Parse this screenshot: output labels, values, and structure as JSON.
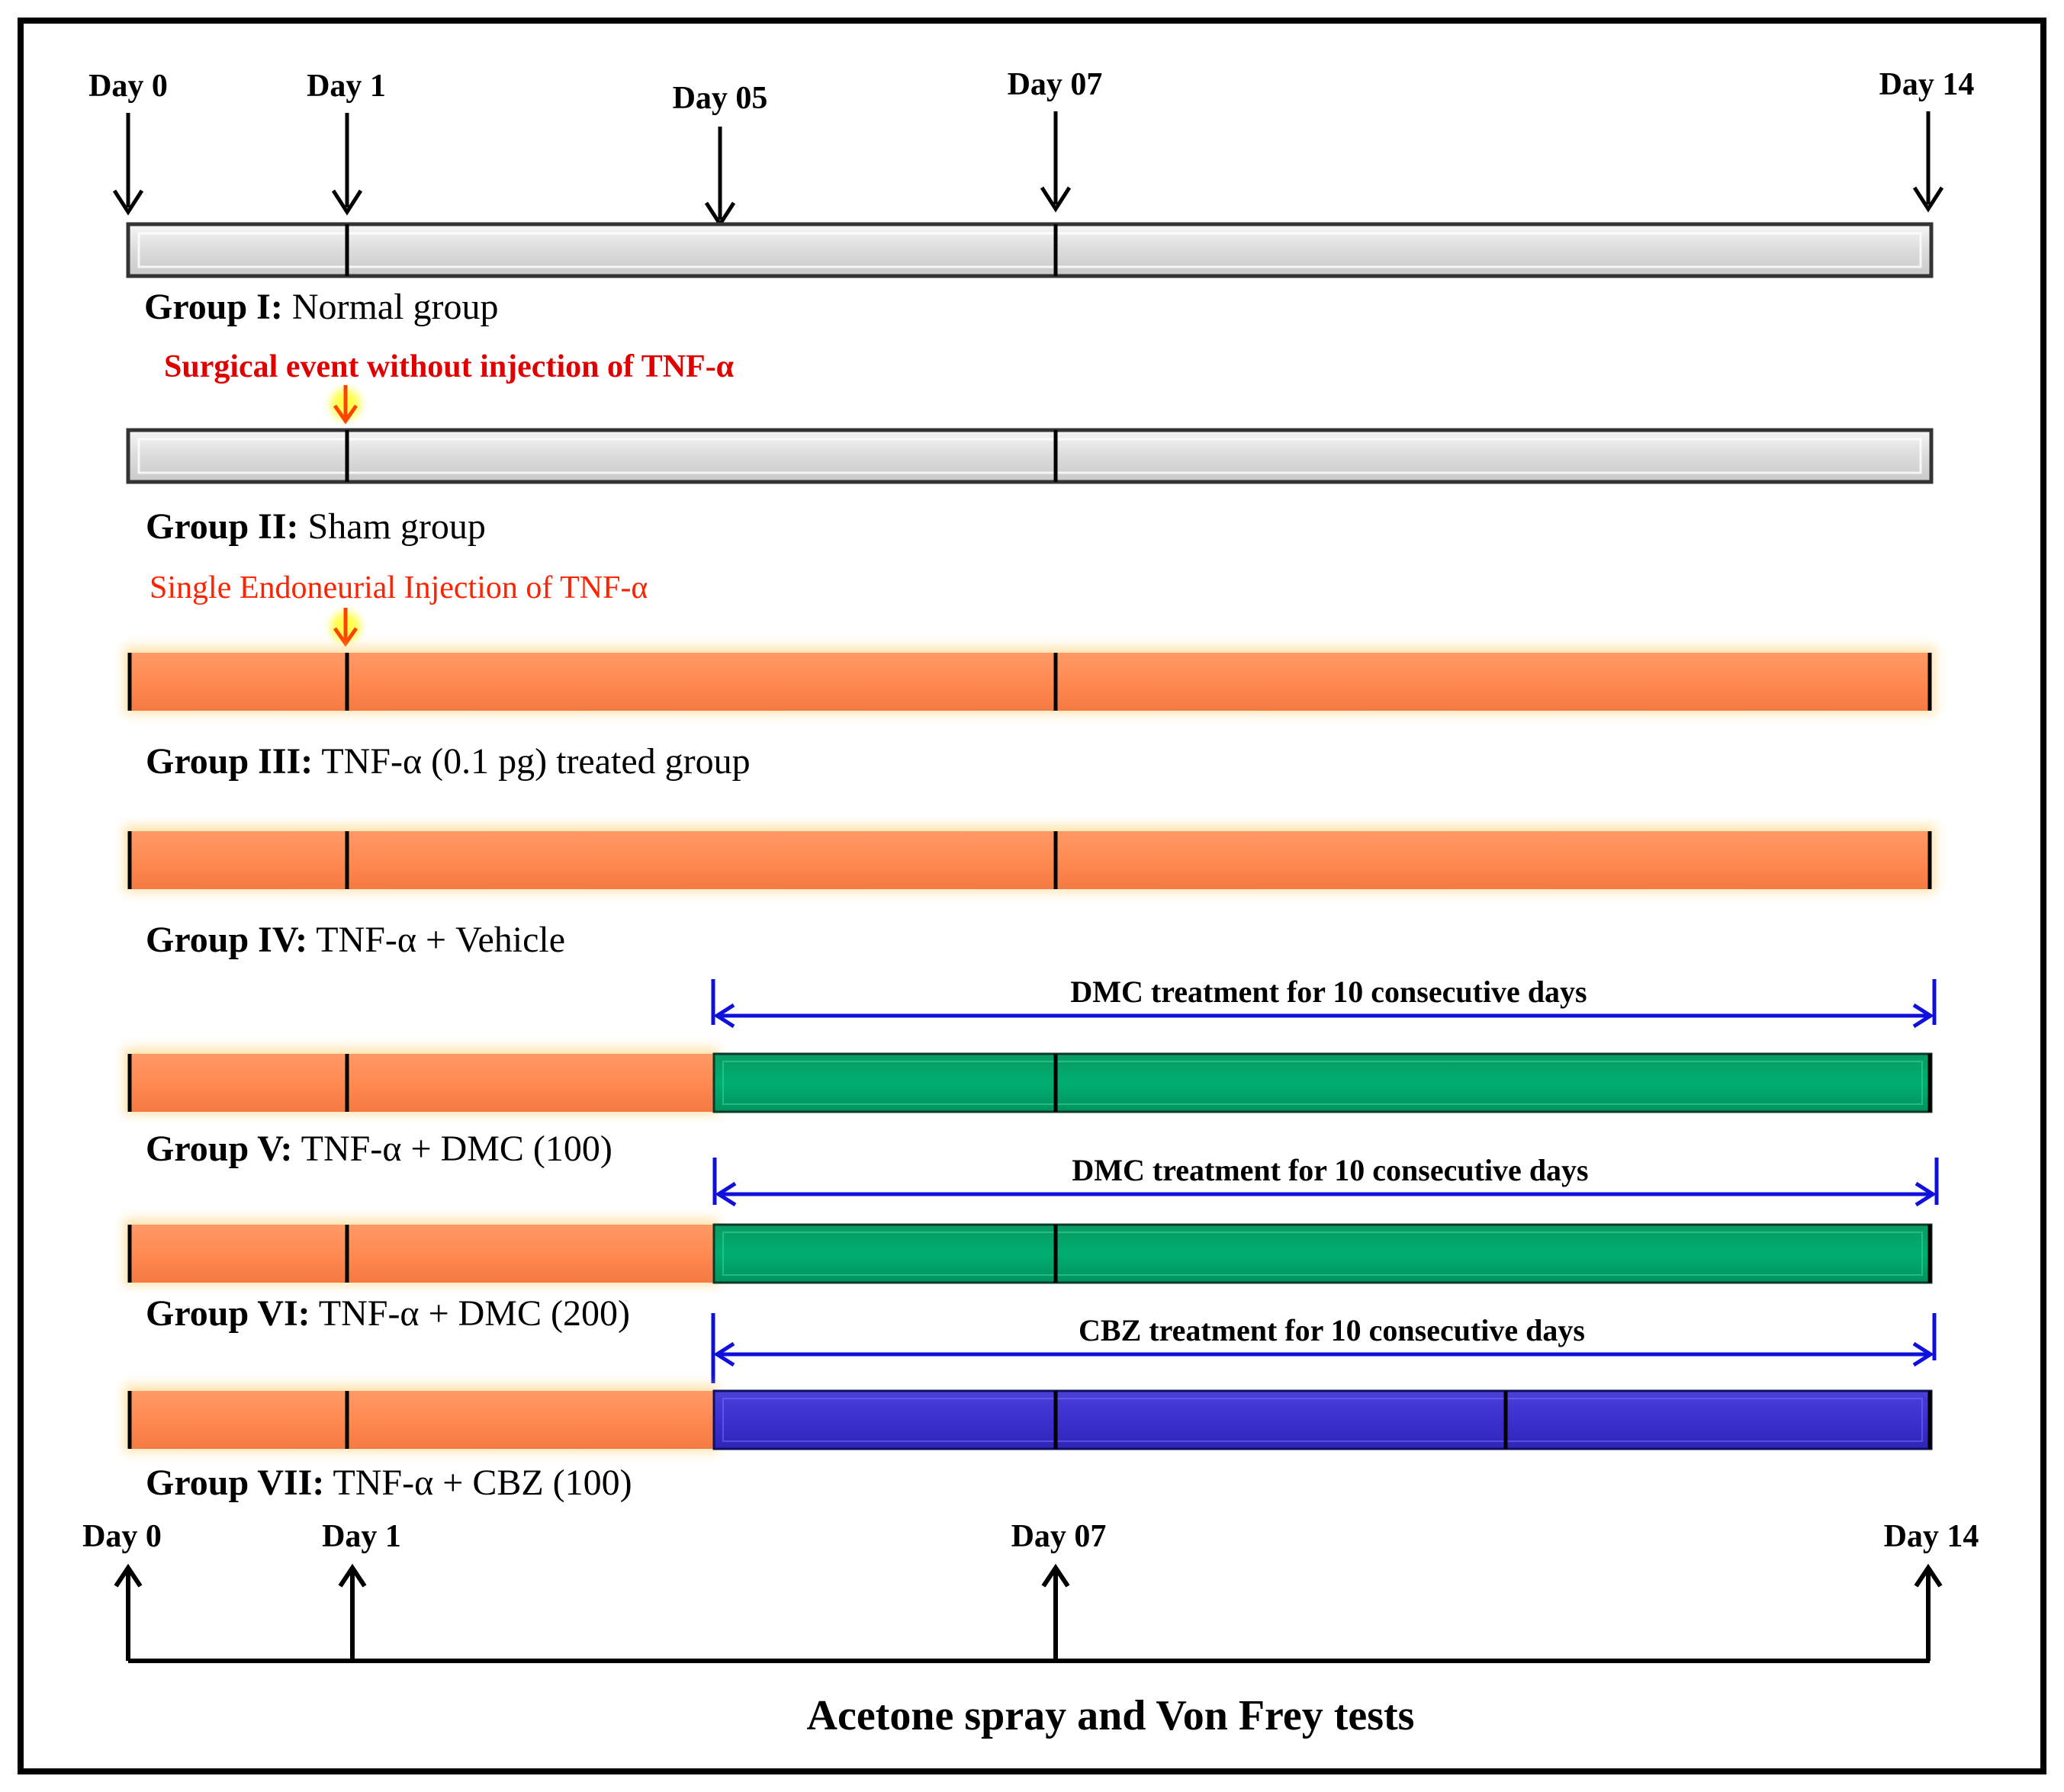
{
  "top_days": [
    "Day 0",
    "Day 1",
    "Day 05",
    "Day 07",
    "Day 14"
  ],
  "groups": [
    {
      "bold": "Group I:",
      "rest": " Normal group"
    },
    {
      "bold": "Group II:",
      "rest": " Sham group"
    },
    {
      "bold": "Group III:",
      "rest": " TNF-α (0.1 pg) treated group"
    },
    {
      "bold": "Group IV:",
      "rest": " TNF-α + Vehicle"
    },
    {
      "bold": "Group V:",
      "rest": " TNF-α + DMC (100)"
    },
    {
      "bold": "Group VI:",
      "rest": " TNF-α + DMC (200)"
    },
    {
      "bold": "Group VII:",
      "rest": " TNF-α + CBZ (100)"
    }
  ],
  "events": {
    "surgical": "Surgical  event without  injection  of TNF-α",
    "injection": "Single Endoneurial Injection of TNF-α"
  },
  "treatments": {
    "dmc_100": "DMC treatment for 10 consecutive days",
    "dmc_200": "DMC treatment for 10 consecutive days",
    "cbz": "CBZ treatment for 10 consecutive days"
  },
  "bottom_days": [
    "Day 0",
    "Day 1",
    "Day 07",
    "Day 14"
  ],
  "footer": "Acetone spray and Von Frey tests",
  "colors": {
    "gray_bar": "#e3e3e3",
    "orange_bar": "#ff8c55",
    "green_bar": "#00a86b",
    "blue_bar": "#3d33cc",
    "event_red": "#e00000",
    "bracket_blue": "#1010dd",
    "marker_glow": "#ffff33"
  }
}
